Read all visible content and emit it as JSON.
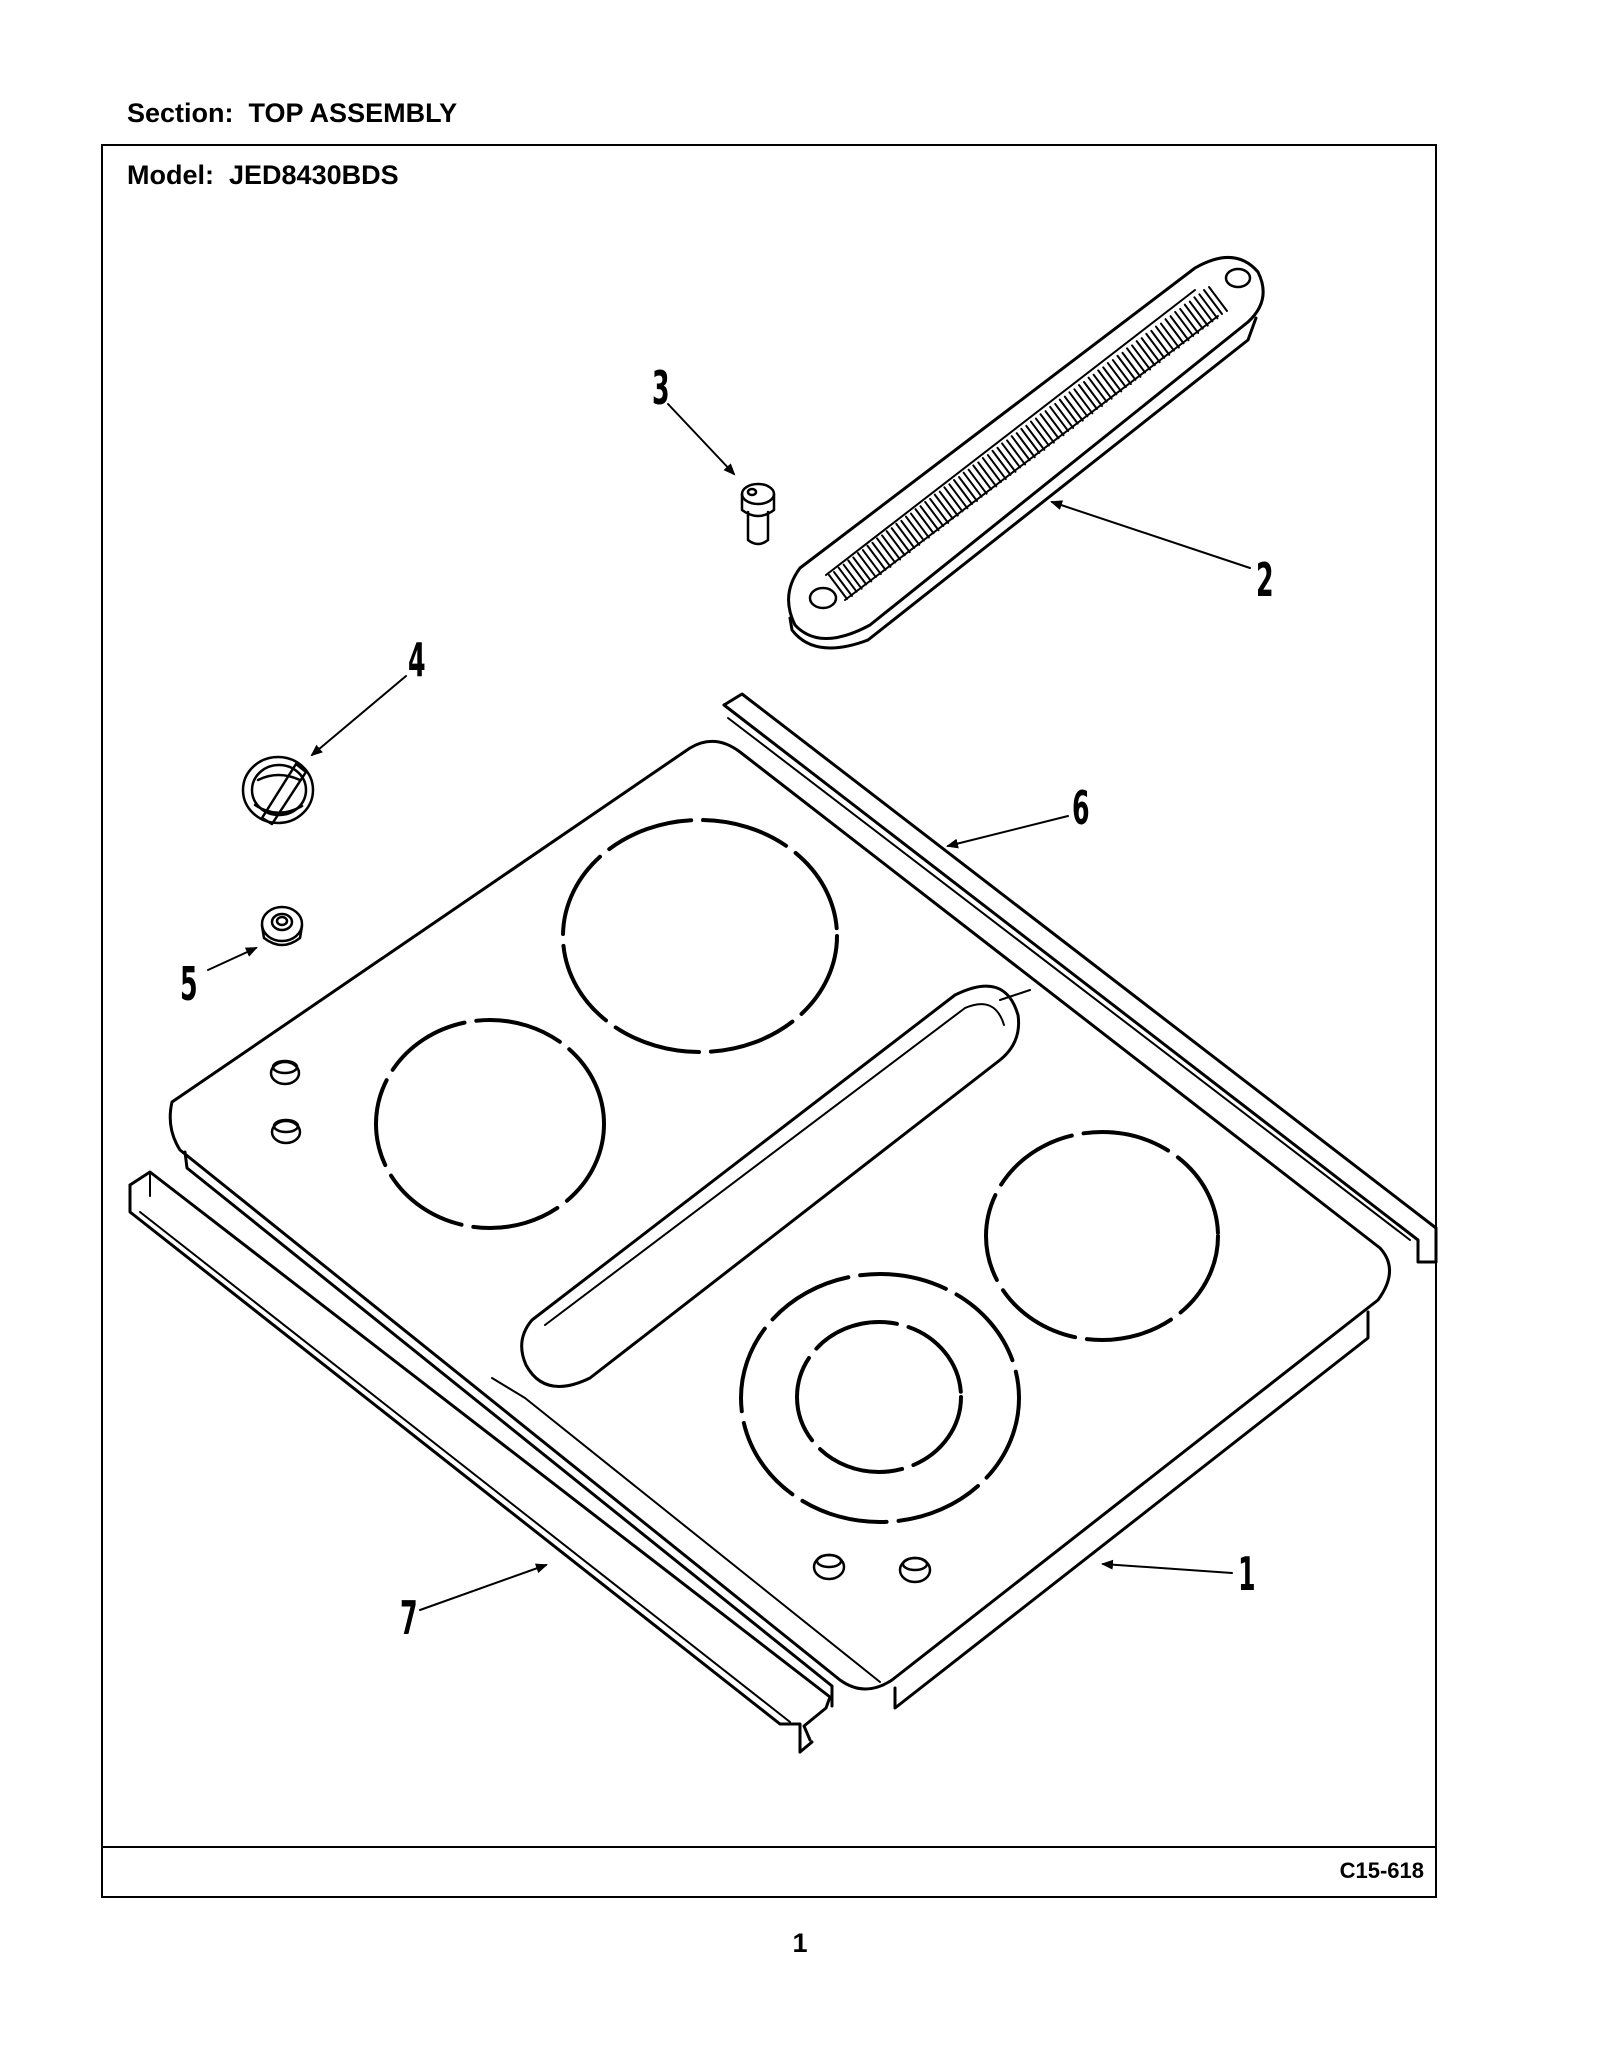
{
  "section": {
    "label": "Section:",
    "name": "TOP ASSEMBLY"
  },
  "model": {
    "label": "Model:",
    "name": "JED8430BDS"
  },
  "figure_code": "C15-618",
  "page_number": "1",
  "callouts": [
    "1",
    "2",
    "3",
    "4",
    "5",
    "6",
    "7"
  ]
}
